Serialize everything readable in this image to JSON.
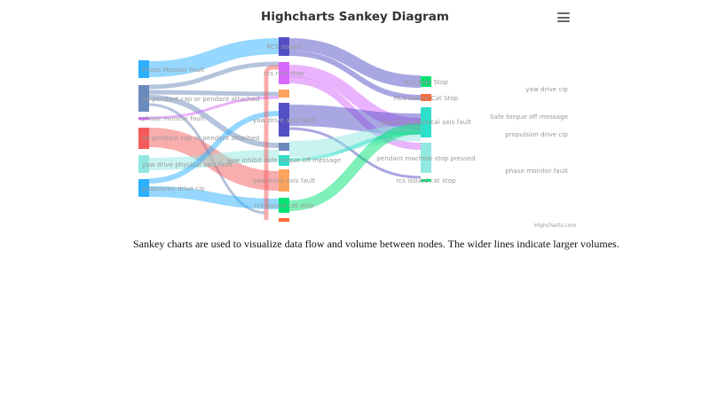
{
  "chart": {
    "title": "Highcharts Sankey Diagram",
    "menu_icon": "hamburger-menu-icon",
    "credits": "Highcharts.com"
  },
  "description": "Sankey charts are used to visualize data flow and volume between nodes. The wider lines indicate larger volumes.",
  "chart_data": {
    "type": "sankey",
    "title": "Highcharts Sankey Diagram",
    "nodes": [
      {
        "id": "Phase Monitor Fault",
        "column": 0,
        "color": "#2caffe"
      },
      {
        "id": "no pendant cap or pendant attached",
        "column": 0,
        "color": "#6b8abc"
      },
      {
        "id": "cphase monitor fault",
        "column": 0,
        "color": "#d568fb"
      },
      {
        "id": "no pendant cap or pendant attached (2)",
        "column": 0,
        "color": "#f45b5b"
      },
      {
        "id": "yaw drive physical axis fault",
        "column": 0,
        "color": "#91e8e1"
      },
      {
        "id": "propulsion drive cip",
        "column": 0,
        "color": "#2caffe"
      },
      {
        "id": "RCS issued",
        "column": 1,
        "color": "#544fc5"
      },
      {
        "id": "rcs ride stop",
        "column": 1,
        "color": "#d568fb"
      },
      {
        "id": "orange-small",
        "column": 1,
        "color": "#fea35d"
      },
      {
        "id": "yaw drive axis fault",
        "column": 1,
        "color": "#544fc5"
      },
      {
        "id": "slate-small",
        "column": 1,
        "color": "#6b8abc"
      },
      {
        "id": "yaw inhibit safe torque off message",
        "column": 1,
        "color": "#2ee0ca"
      },
      {
        "id": "yaw drive axis fault (2)",
        "column": 1,
        "color": "#fea35d"
      },
      {
        "id": "rcs issued cat stop",
        "column": 1,
        "color": "#00e272"
      },
      {
        "id": "red-small",
        "column": 1,
        "color": "#fe6a35"
      },
      {
        "id": "Rcs Ride Stop",
        "column": 2,
        "color": "#00e272"
      },
      {
        "id": "RCS issued Cat Stop",
        "column": 2,
        "color": "#fe6a35"
      },
      {
        "id": "yaw drive physical axis fault",
        "column": 2,
        "color": "#2ee0ca"
      },
      {
        "id": "pendant machine stop pressed",
        "column": 2,
        "color": "#91e8e1"
      },
      {
        "id": "rcs issued cat stop",
        "column": 2,
        "color": "#00e272"
      },
      {
        "id": "yaw drive cip",
        "column": 3
      },
      {
        "id": "Safe torque off message",
        "column": 3
      },
      {
        "id": "propulsion drive cip",
        "column": 3
      },
      {
        "id": "phase monitor fault",
        "column": 3
      }
    ],
    "labels": {
      "col0": [
        "Phase Monitor Fault",
        "no pendant cap or pendant attached",
        "cphase monitor fault",
        "no pendant cap or pendant attached",
        "yaw drive physical axis fault",
        "propulsion drive cip"
      ],
      "col1": [
        "RCS issued",
        "rcs ride stop",
        "yaw drive axis fault",
        "yaw inhibit safe torque off message",
        "yaw drive axis fault",
        "rcs issued cat stop"
      ],
      "col2": [
        "Rcs Ride Stop",
        "RCS issued Cat Stop",
        "yaw drive physical axis fault",
        "pendant machine stop pressed",
        "rcs issued cat stop"
      ],
      "col3": [
        "yaw drive cip",
        "Safe torque off message",
        "propulsion drive cip",
        "phase monitor fault"
      ]
    }
  }
}
